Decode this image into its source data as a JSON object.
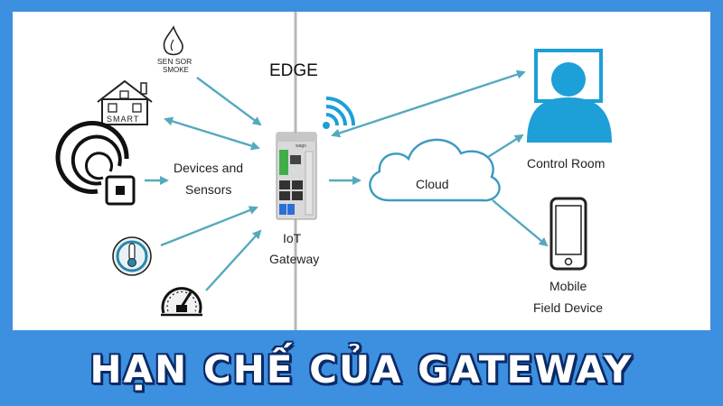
{
  "diagram": {
    "edge_label": "EDGE",
    "devices_label_line1": "Devices and",
    "devices_label_line2": "Sensors",
    "gateway_label_line1": "IoT",
    "gateway_label_line2": "Gateway",
    "cloud_label": "Cloud",
    "control_room_label": "Control Room",
    "mobile_label_line1": "Mobile",
    "mobile_label_line2": "Field Device",
    "smoke_sensor_text_top": "SEN SOR",
    "smoke_sensor_text_bottom": "SMOKE",
    "smart_home_text": "SMART",
    "gateway_brand": "wago"
  },
  "banner": {
    "title": "HẠN CHẾ CỦA GATEWAY"
  },
  "colors": {
    "background": "#3d8fe0",
    "panel": "#ffffff",
    "arrow": "#55a9bd",
    "accent_blue": "#1d9fd8",
    "banner_text": "#ffffff",
    "banner_outline": "#0b2a66"
  },
  "icons": [
    "smoke-sensor-icon",
    "smart-home-icon",
    "proximity-sensor-icon",
    "thermometer-gauge-icon",
    "pressure-gauge-icon",
    "wifi-icon",
    "iot-gateway-device-icon",
    "cloud-icon",
    "control-room-operator-icon",
    "mobile-phone-icon"
  ]
}
